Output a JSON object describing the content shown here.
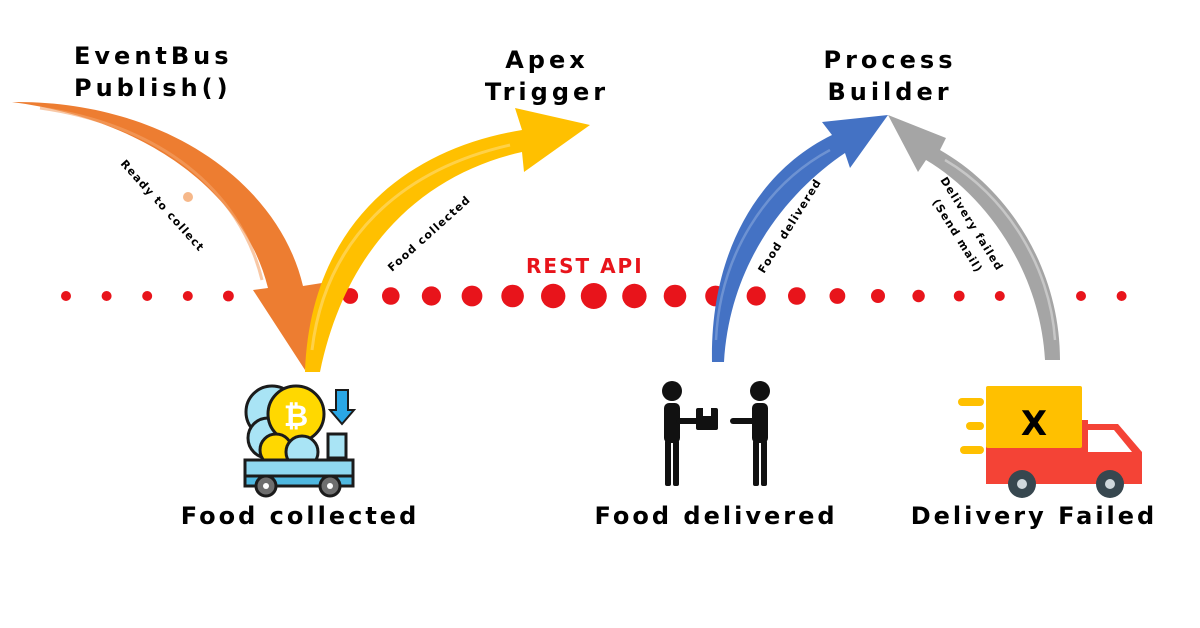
{
  "headers": {
    "eventbus": [
      "EventBus",
      "Publish()"
    ],
    "apex": [
      "Apex",
      "Trigger"
    ],
    "process": [
      "Process",
      "Builder"
    ]
  },
  "arrow_labels": {
    "ready": "Ready to collect",
    "collected": "Food collected",
    "delivered": "Food delivered",
    "failed": [
      "Delivery failed",
      "(Send mail)"
    ]
  },
  "rest_api": "REST API",
  "captions": {
    "collected": "Food collected",
    "delivered": "Food delivered",
    "failed": "Delivery Failed"
  },
  "failed_icon_mark": "X",
  "colors": {
    "orange": "#ed7d31",
    "yellow": "#ffc000",
    "blue": "#4472c4",
    "gray": "#a5a5a5",
    "red": "#e8141b"
  }
}
